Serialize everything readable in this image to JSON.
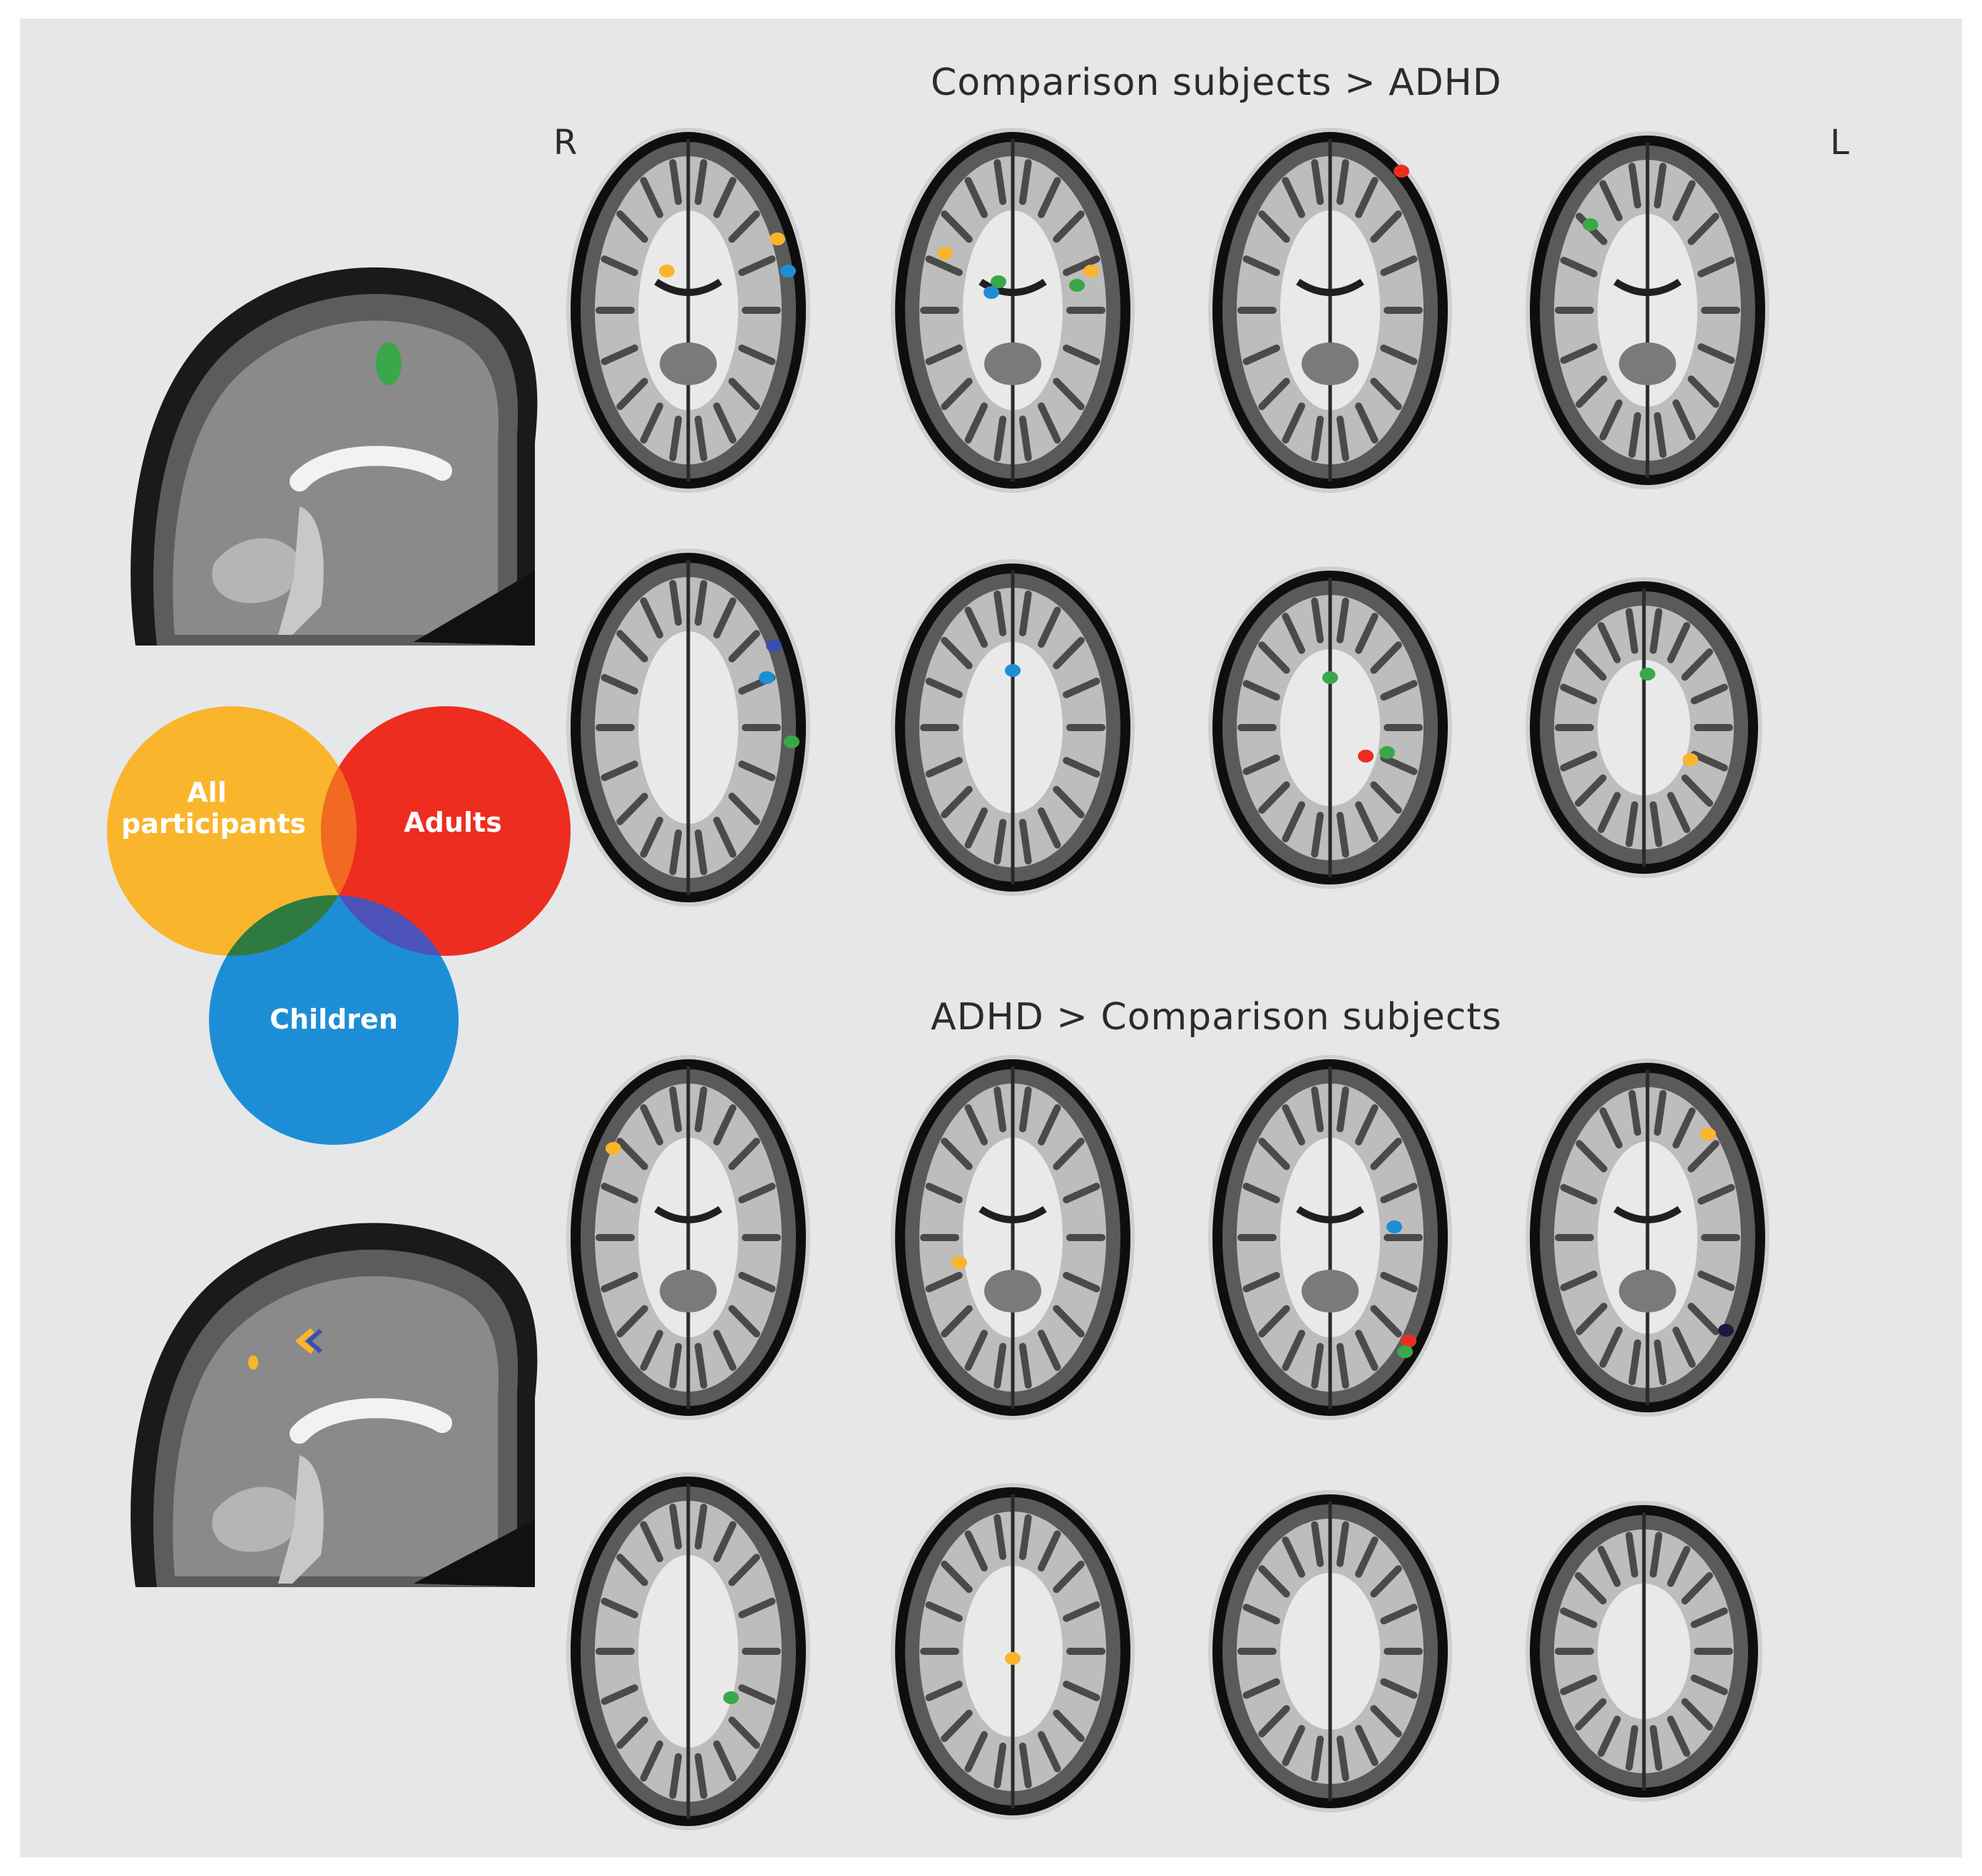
{
  "headings": {
    "top": "Comparison subjects > ADHD",
    "bottom": "ADHD > Comparison subjects"
  },
  "orientation": {
    "right": "R",
    "left": "L"
  },
  "legend": {
    "circles": [
      {
        "label": "All participants",
        "color": "#f9b52c"
      },
      {
        "label": "Adults",
        "color": "#ed2d20"
      },
      {
        "label": "Children",
        "color": "#1d8ed6"
      }
    ],
    "overlaps": {
      "all_adults": "#f26a22",
      "all_children": "#2f7a3f",
      "adults_children": "#4d52b8",
      "all_three": "#5a2a20"
    }
  },
  "colors": {
    "panel_background": "#e6e7e9",
    "all": "#f9b52c",
    "adults": "#ed2d20",
    "children": "#1d8ed6",
    "all_children": "#3aa84a",
    "adults_children": "#3a4fb0"
  }
}
